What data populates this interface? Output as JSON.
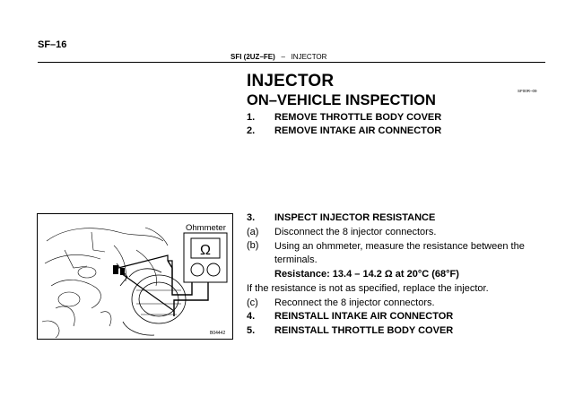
{
  "page_number": "SF–16",
  "header": {
    "section": "SFI (2UZ–FE)",
    "dash": "–",
    "topic": "INJECTOR"
  },
  "title": "INJECTOR",
  "subtitle": "ON–VEHICLE INSPECTION",
  "ref_code": "SF00R–09",
  "steps_top": [
    {
      "num": "1.",
      "text": "REMOVE THROTTLE BODY COVER"
    },
    {
      "num": "2.",
      "text": "REMOVE INTAKE AIR CONNECTOR"
    }
  ],
  "steps_bottom": {
    "step3": {
      "num": "3.",
      "text": "INSPECT INJECTOR RESISTANCE"
    },
    "a": {
      "num": "(a)",
      "text": "Disconnect the 8 injector connectors."
    },
    "b": {
      "num": "(b)",
      "text": "Using an ohmmeter, measure the resistance between the terminals."
    },
    "spec": "Resistance: 13.4 – 14.2 Ω at 20°C (68°F)",
    "note": "If the resistance is not as specified, replace the injector.",
    "c": {
      "num": "(c)",
      "text": "Reconnect the 8 injector connectors."
    },
    "step4": {
      "num": "4.",
      "text": "REINSTALL INTAKE AIR CONNECTOR"
    },
    "step5": {
      "num": "5.",
      "text": "REINSTALL THROTTLE BODY COVER"
    }
  },
  "figure": {
    "meter_label": "Ohmmeter",
    "meter_symbol": "Ω",
    "code": "B04442"
  }
}
